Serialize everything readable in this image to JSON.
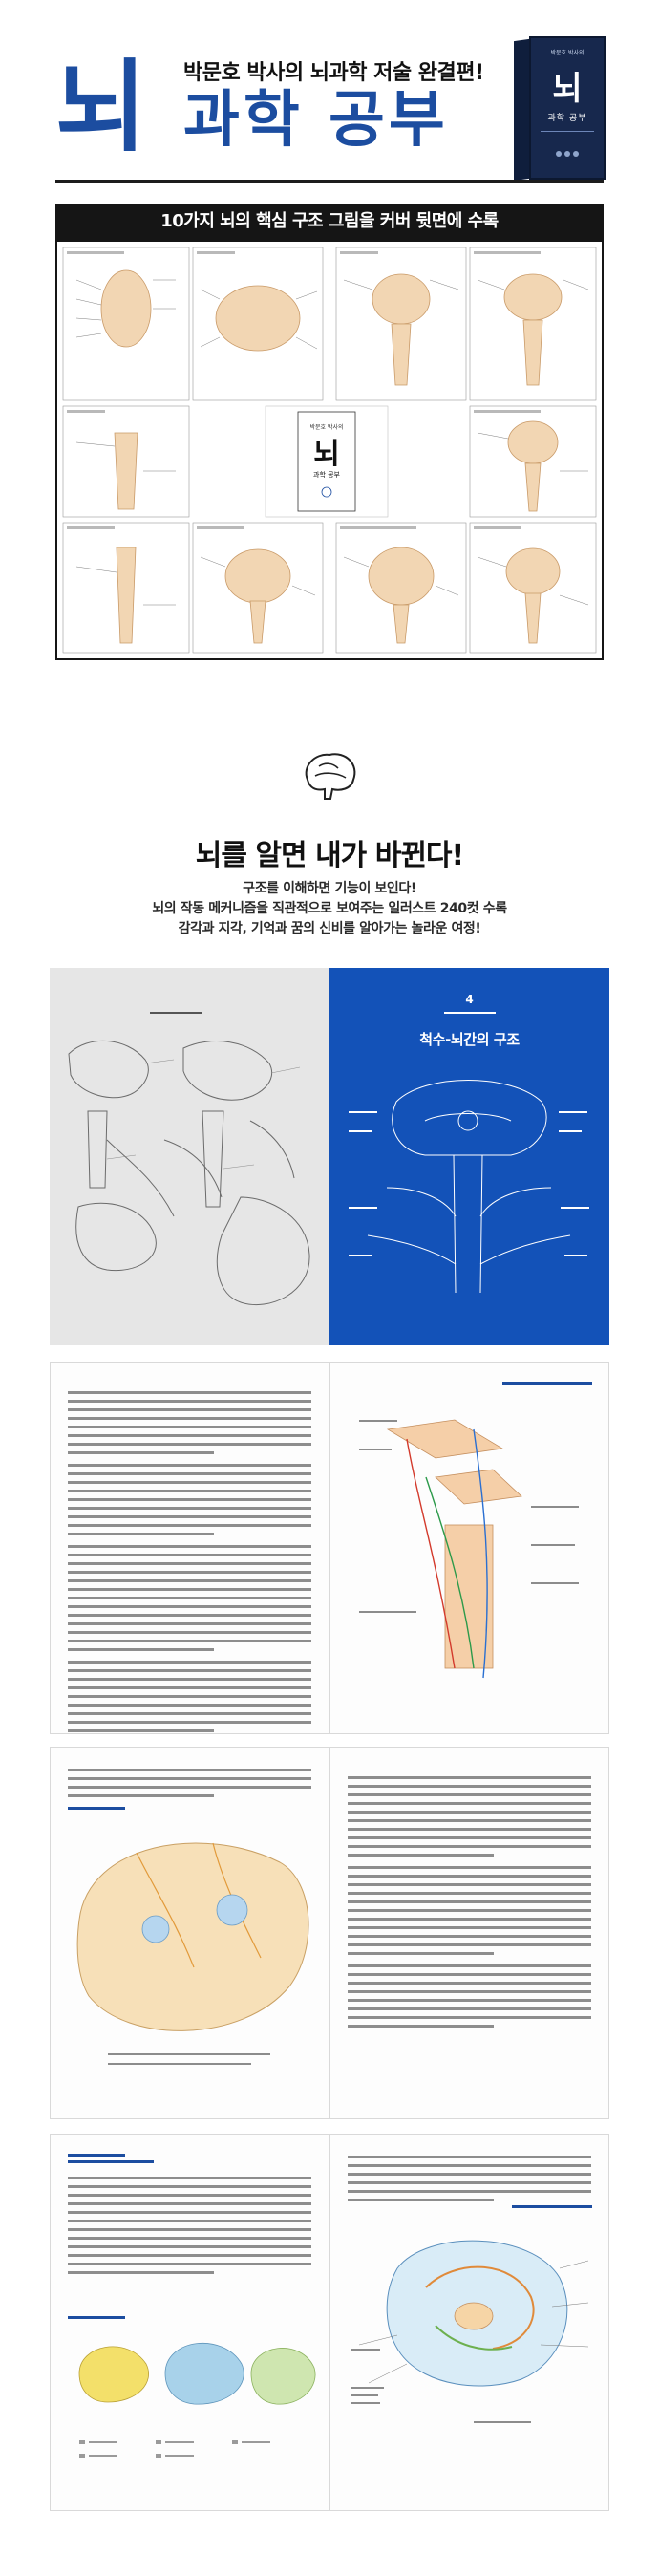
{
  "hero": {
    "subtitle": "박문호 박사의 뇌과학 저술 완결편!",
    "title_main": "뇌",
    "title_sub": "과학 공부"
  },
  "book": {
    "cover_small": "박문호 박사의",
    "cover_title": "뇌",
    "cover_sub": "과학 공부"
  },
  "banner": {
    "text": "10가지 뇌의 핵심 구조 그림을 커버 뒷면에 수록"
  },
  "tagline": {
    "title": "뇌를 알면 내가 바뀐다!",
    "lines": [
      "구조를 이해하면 기능이 보인다!",
      "뇌의 작동 메커니즘을 직관적으로 보여주는 일러스트 240컷 수록",
      "감각과 지각, 기억과 꿈의 신비를 알아가는 놀라운 여정!"
    ]
  },
  "spreads": {
    "chapter_number": "4",
    "chapter_title": "척수-뇌간의 구조"
  },
  "colors": {
    "brand_blue": "#1c4da0",
    "chapter_blue": "#1352b8",
    "banner_black": "#151515"
  }
}
